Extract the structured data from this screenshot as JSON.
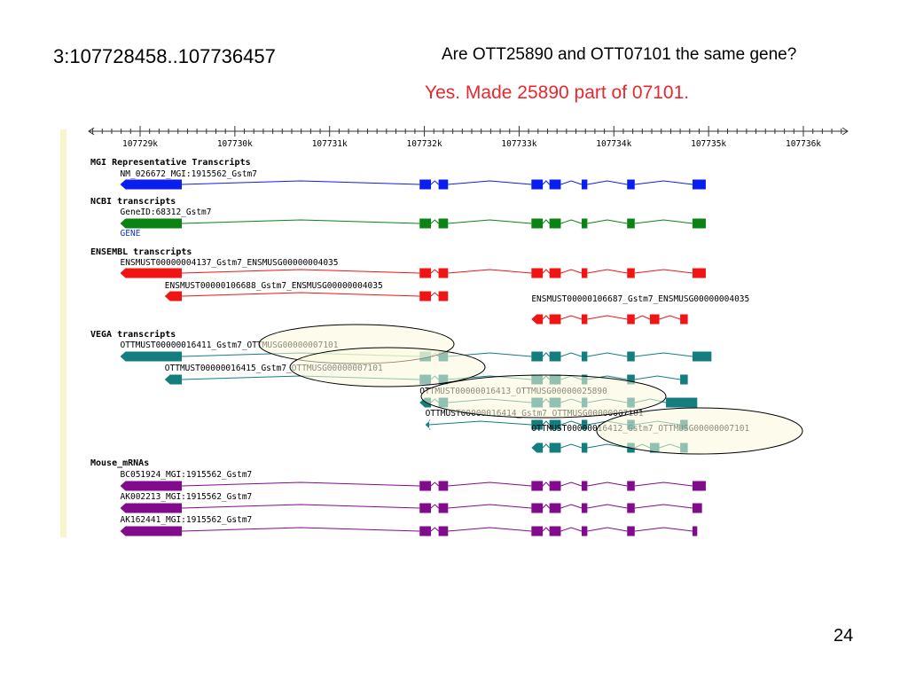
{
  "slide": {
    "coordinates": "3:107728458..107736457",
    "question": "Are OTT25890 and OTT07101 the same gene?",
    "answer": "Yes. Made 25890 part of 07101.",
    "page_number": "24"
  },
  "colors": {
    "mgi": "#0a1ef0",
    "ncbi": "#0a8214",
    "ensembl": "#f01414",
    "vega": "#147d7d",
    "mouse_mrna": "#820a8c",
    "answer": "#e8282e",
    "highlight_fill": "#fbfadc",
    "sidebar": "#f7f5cc",
    "gene_link": "#1432c8"
  },
  "ruler": {
    "ticks": [
      "107729k",
      "107730k",
      "107731k",
      "107732k",
      "107733k",
      "107734k",
      "107735k",
      "107736k"
    ]
  },
  "tracks": [
    {
      "header": "MGI Representative Transcripts",
      "color": "mgi",
      "transcripts": [
        {
          "label": "NM_026672_MGI:1915562_Gstm7",
          "start": 107728790,
          "end": 107734970,
          "exons": [
            [
              107728790,
              107729440
            ],
            [
              107731950,
              107732070
            ],
            [
              107732150,
              107732250
            ],
            [
              107733130,
              107733250
            ],
            [
              107733320,
              107733440
            ],
            [
              107733660,
              107733720
            ],
            [
              107734140,
              107734220
            ],
            [
              107734830,
              107734970
            ]
          ]
        }
      ]
    },
    {
      "header": "NCBI transcripts",
      "color": "ncbi",
      "transcripts": [
        {
          "label": "GeneID:68312_Gstm7",
          "sublabel": "GENE",
          "start": 107728790,
          "end": 107734970,
          "exons": [
            [
              107728790,
              107729440
            ],
            [
              107731950,
              107732070
            ],
            [
              107732150,
              107732250
            ],
            [
              107733130,
              107733250
            ],
            [
              107733320,
              107733440
            ],
            [
              107733660,
              107733720
            ],
            [
              107734140,
              107734220
            ],
            [
              107734830,
              107734970
            ]
          ]
        }
      ]
    },
    {
      "header": "ENSEMBL transcripts",
      "color": "ensembl",
      "transcripts": [
        {
          "label": "ENSMUST00000004137_Gstm7_ENSMUSG00000004035",
          "start": 107728790,
          "end": 107734970,
          "exons": [
            [
              107728790,
              107729440
            ],
            [
              107731950,
              107732070
            ],
            [
              107732150,
              107732250
            ],
            [
              107733130,
              107733250
            ],
            [
              107733320,
              107733440
            ],
            [
              107733660,
              107733720
            ],
            [
              107734140,
              107734220
            ],
            [
              107734830,
              107734970
            ]
          ]
        },
        {
          "label": "ENSMUST00000106688_Gstm7_ENSMUSG00000004035",
          "start": 107729260,
          "end": 107732250,
          "exons": [
            [
              107729260,
              107729440
            ],
            [
              107731950,
              107732070
            ],
            [
              107732150,
              107732250
            ]
          ]
        },
        {
          "label": "ENSMUST00000106687_Gstm7_ENSMUSG00000004035",
          "label_below": true,
          "start": 107733130,
          "end": 107734780,
          "exons": [
            [
              107733130,
              107733250
            ],
            [
              107733320,
              107733440
            ],
            [
              107733660,
              107733720
            ],
            [
              107734140,
              107734220
            ],
            [
              107734380,
              107734480
            ],
            [
              107734700,
              107734780
            ]
          ]
        }
      ]
    },
    {
      "header": "VEGA transcripts",
      "color": "vega",
      "transcripts": [
        {
          "label": "OTTMUST00000016411_Gstm7_OTTMUSG00000007101",
          "start": 107728790,
          "end": 107735030,
          "exons": [
            [
              107728790,
              107729440
            ],
            [
              107731950,
              107732070
            ],
            [
              107732150,
              107732250
            ],
            [
              107733130,
              107733250
            ],
            [
              107733320,
              107733440
            ],
            [
              107733660,
              107733720
            ],
            [
              107734140,
              107734220
            ],
            [
              107734830,
              107735030
            ]
          ]
        },
        {
          "label": "OTTMUST00000016415_Gstm7_OTTMUSG00000007101",
          "start": 107729260,
          "end": 107734780,
          "exons": [
            [
              107729260,
              107729440
            ],
            [
              107731950,
              107732070
            ],
            [
              107732150,
              107732250
            ],
            [
              107733130,
              107733250
            ],
            [
              107733320,
              107733440
            ],
            [
              107733660,
              107733720
            ],
            [
              107734140,
              107734220
            ],
            [
              107734700,
              107734780
            ]
          ]
        },
        {
          "label": "OTTMUST00000016413_OTTMUSG00000025890",
          "start": 107731950,
          "end": 107734880,
          "exons": [
            [
              107731950,
              107732070
            ],
            [
              107732150,
              107732250
            ],
            [
              107733130,
              107733250
            ],
            [
              107733320,
              107733440
            ],
            [
              107733660,
              107733720
            ],
            [
              107734140,
              107734220
            ],
            [
              107734550,
              107734880
            ]
          ]
        },
        {
          "label": "OTTMUST00000016414_Gstm7_OTTMUSG00000007101",
          "start": 107732010,
          "end": 107734780,
          "exons": [
            [
              107732010,
              107732050
            ],
            [
              107733130,
              107733250
            ],
            [
              107733320,
              107733440
            ],
            [
              107733660,
              107733720
            ],
            [
              107734140,
              107734220
            ],
            [
              107734700,
              107734780
            ]
          ]
        },
        {
          "label": "OTTMUST00000016412_Gstm7_OTTMUSG00000007101",
          "label_below": true,
          "start": 107733130,
          "end": 107734780,
          "exons": [
            [
              107733130,
              107733250
            ],
            [
              107733320,
              107733440
            ],
            [
              107733660,
              107733720
            ],
            [
              107734140,
              107734220
            ],
            [
              107734380,
              107734480
            ],
            [
              107734700,
              107734780
            ]
          ]
        }
      ]
    },
    {
      "header": "Mouse_mRNAs",
      "color": "mouse_mrna",
      "transcripts": [
        {
          "label": "BC051924_MGI:1915562_Gstm7",
          "start": 107728790,
          "end": 107734970,
          "exons": [
            [
              107728790,
              107729440
            ],
            [
              107731950,
              107732070
            ],
            [
              107732150,
              107732250
            ],
            [
              107733130,
              107733250
            ],
            [
              107733320,
              107733440
            ],
            [
              107733660,
              107733720
            ],
            [
              107734140,
              107734220
            ],
            [
              107734830,
              107734970
            ]
          ]
        },
        {
          "label": "AK002213_MGI:1915562_Gstm7",
          "start": 107728790,
          "end": 107734930,
          "exons": [
            [
              107728790,
              107729440
            ],
            [
              107731950,
              107732070
            ],
            [
              107732150,
              107732250
            ],
            [
              107733130,
              107733250
            ],
            [
              107733320,
              107733440
            ],
            [
              107733660,
              107733720
            ],
            [
              107734140,
              107734220
            ],
            [
              107734830,
              107734930
            ]
          ]
        },
        {
          "label": "AK162441_MGI:1915562_Gstm7",
          "start": 107728790,
          "end": 107734880,
          "exons": [
            [
              107728790,
              107729440
            ],
            [
              107731950,
              107732070
            ],
            [
              107732150,
              107732250
            ],
            [
              107733130,
              107733250
            ],
            [
              107733320,
              107733440
            ],
            [
              107733660,
              107733720
            ],
            [
              107734140,
              107734220
            ],
            [
              107734830,
              107734880
            ]
          ]
        }
      ]
    }
  ]
}
